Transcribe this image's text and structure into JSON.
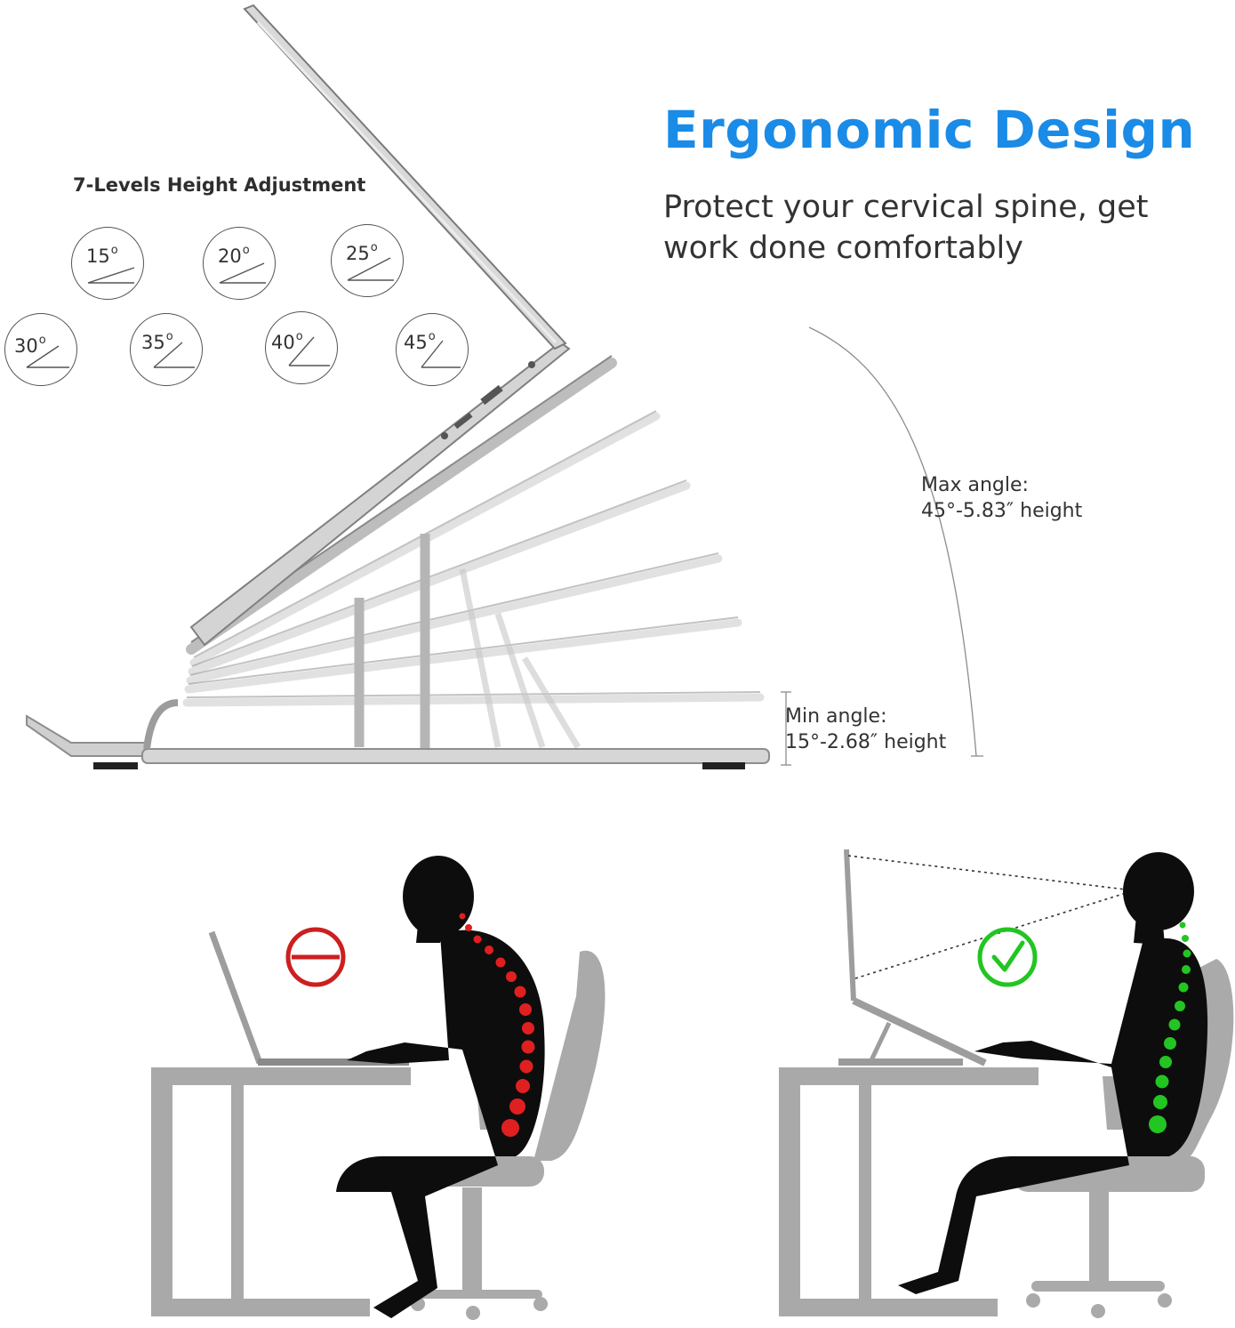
{
  "headline": "Ergonomic Design",
  "subheadline": "Protect your cervical spine, get work done comfortably",
  "levels_title": "7-Levels Height Adjustment",
  "angles": [
    "15",
    "20",
    "25",
    "30",
    "35",
    "40",
    "45"
  ],
  "max_angle": {
    "label": "Max angle:",
    "value": "45°-5.83″   height"
  },
  "min_angle": {
    "label": "Min angle:",
    "value": "15°-2.68″   height"
  },
  "colors": {
    "headline": "#1a8be6",
    "bad_posture": "#cc1f1f",
    "good_posture": "#22c522",
    "silhouette": "#0d0d0d",
    "furniture": "#a9a9a9",
    "stand": "#c8c8c8"
  },
  "icons": {
    "bad": "prohibited-icon",
    "good": "check-circle-icon"
  }
}
